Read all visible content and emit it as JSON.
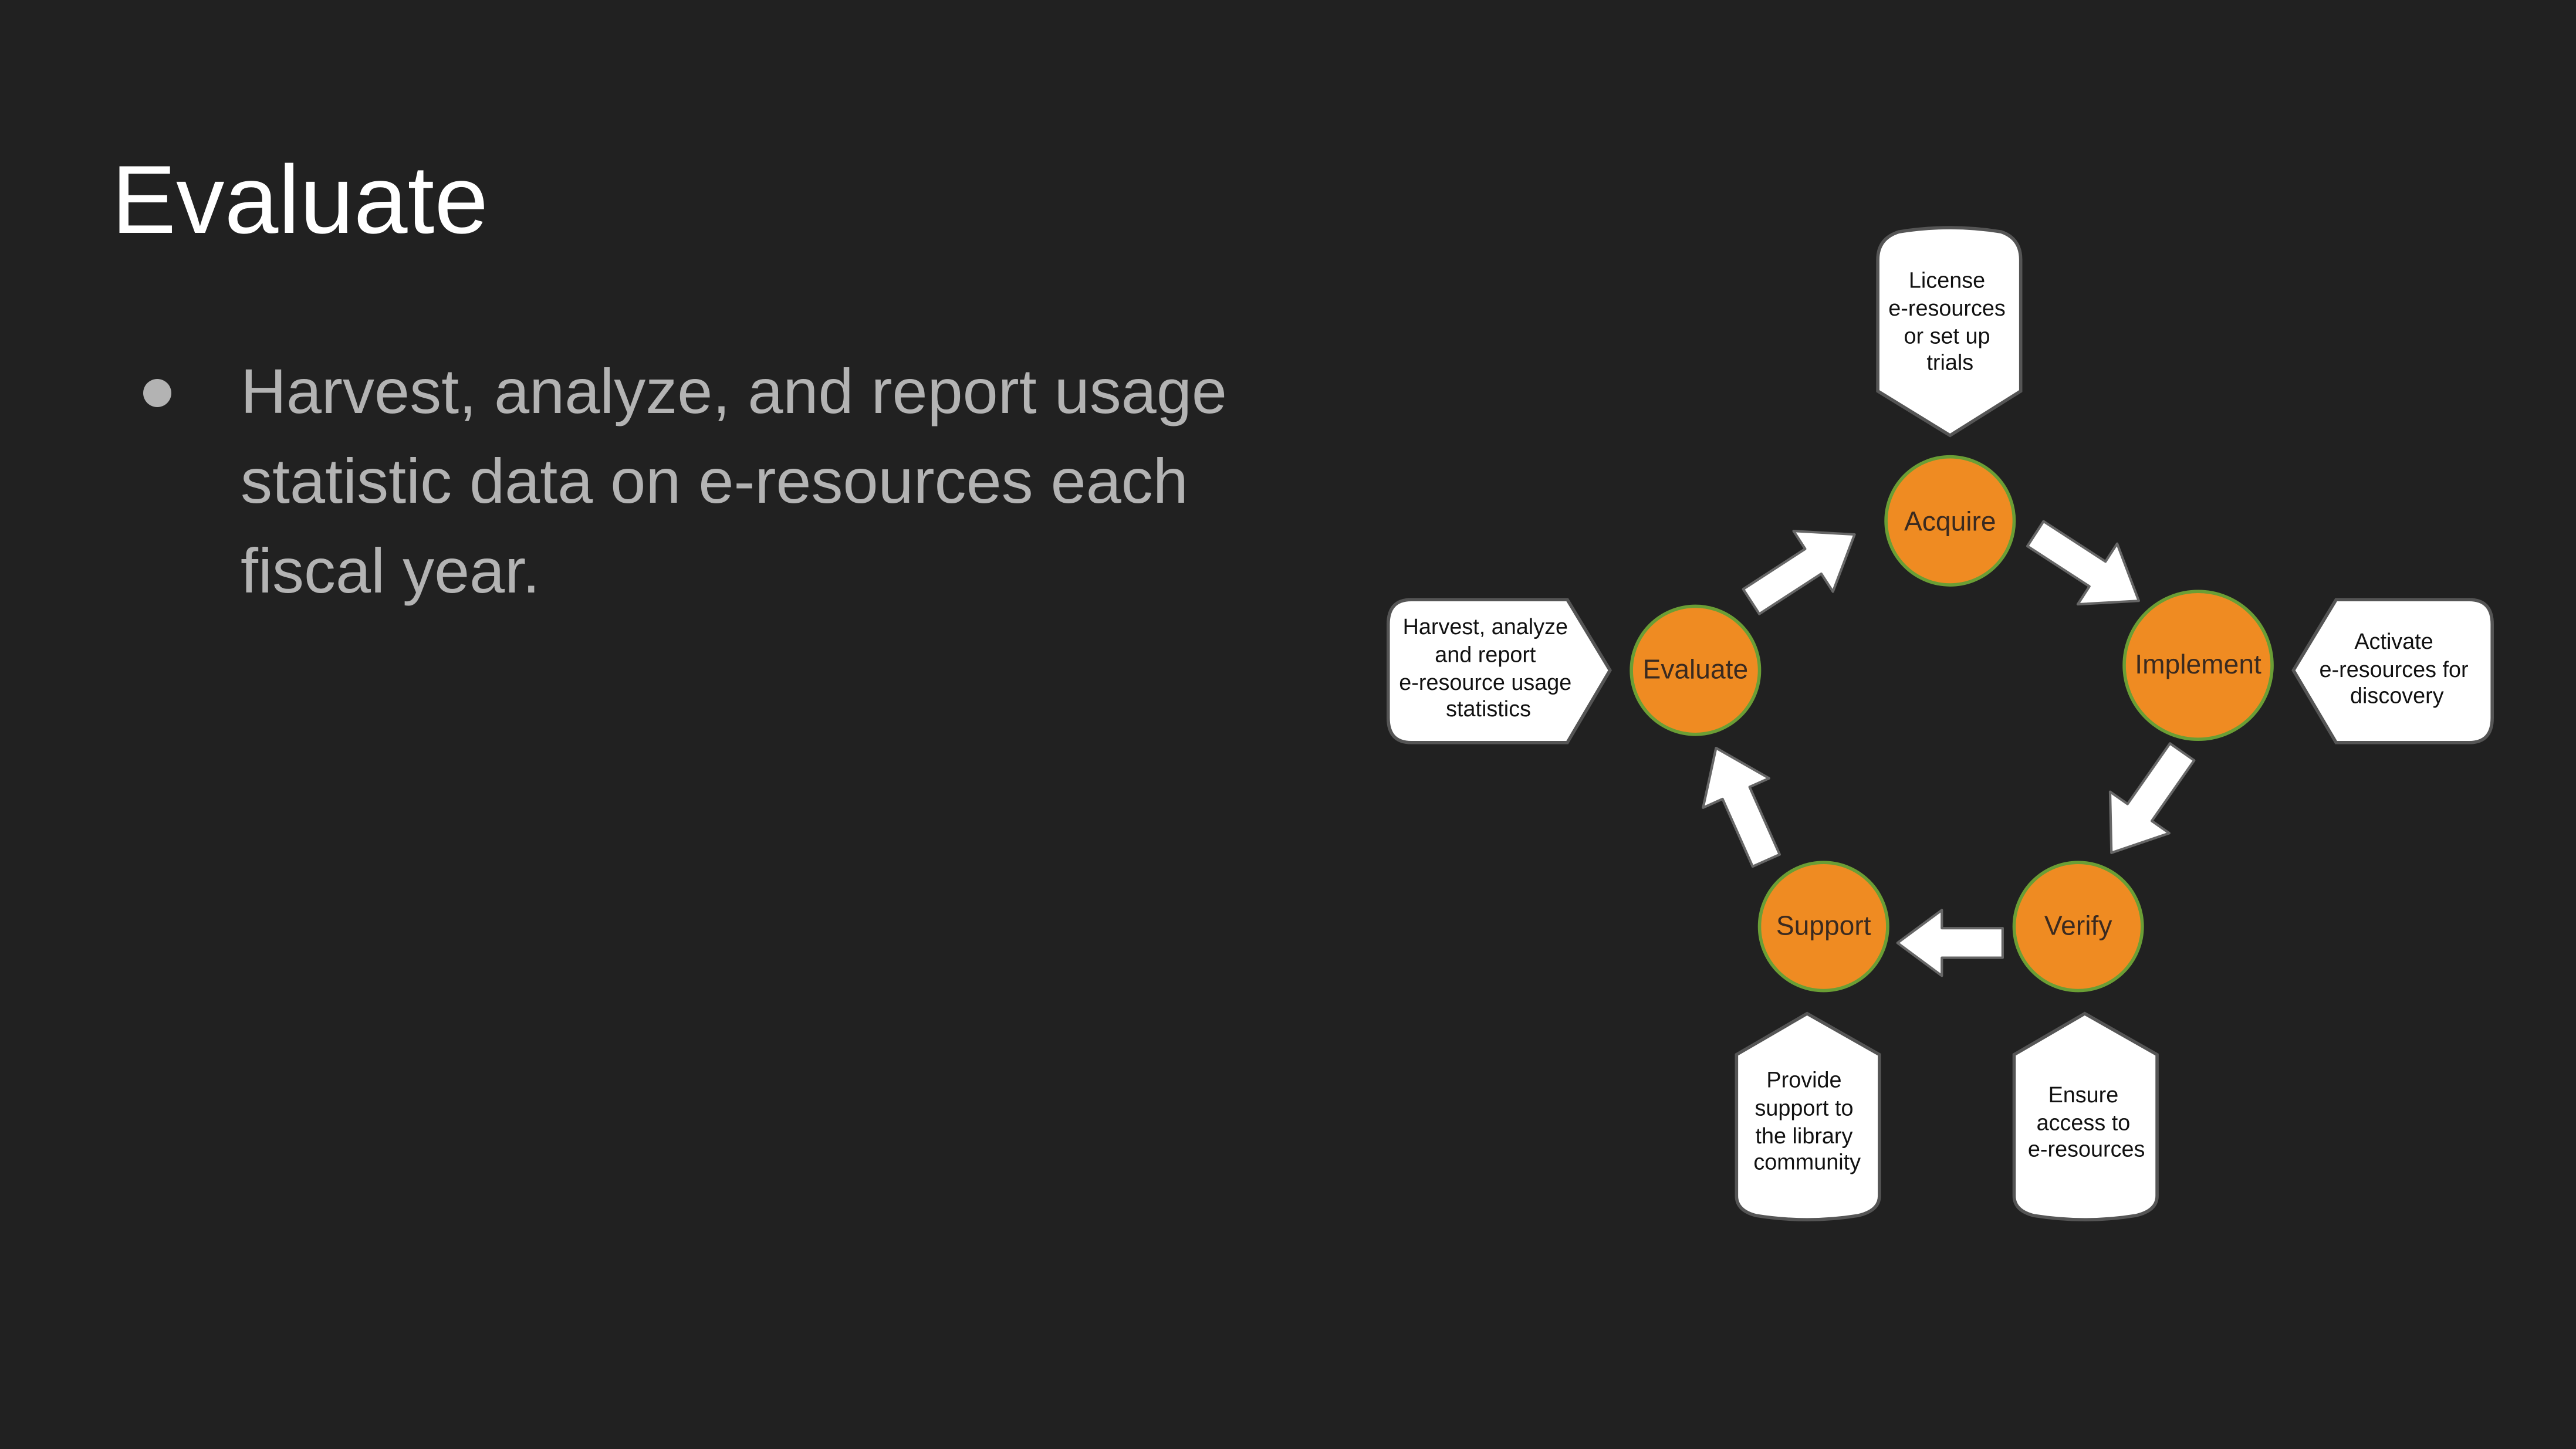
{
  "slide": {
    "title": "Evaluate",
    "bullets": [
      {
        "lines": [
          "Harvest, analyze, and report usage",
          "statistic data on e-resources each",
          "fiscal year."
        ]
      }
    ]
  },
  "diagram": {
    "colors": {
      "node_fill": "#ef8b22",
      "node_stroke": "#6a9e35",
      "node_text": "#3a2a20",
      "box_fill": "#ffffff",
      "box_stroke": "#555555",
      "box_text": "#111111",
      "arrow_fill": "#ffffff",
      "arrow_stroke": "#666666"
    },
    "nodes": {
      "acquire": "Acquire",
      "implement": "Implement",
      "verify": "Verify",
      "support": "Support",
      "evaluate": "Evaluate"
    },
    "callouts": {
      "acquire": [
        "License",
        "e-resources",
        "or set up",
        "trials"
      ],
      "implement": [
        "Activate",
        "e-resources for",
        "discovery"
      ],
      "verify": [
        "Ensure",
        "access to",
        "e-resources"
      ],
      "support": [
        "Provide",
        "support to",
        "the library",
        "community"
      ],
      "evaluate": [
        "Harvest, analyze",
        "and report",
        "e-resource usage",
        "statistics"
      ]
    }
  }
}
